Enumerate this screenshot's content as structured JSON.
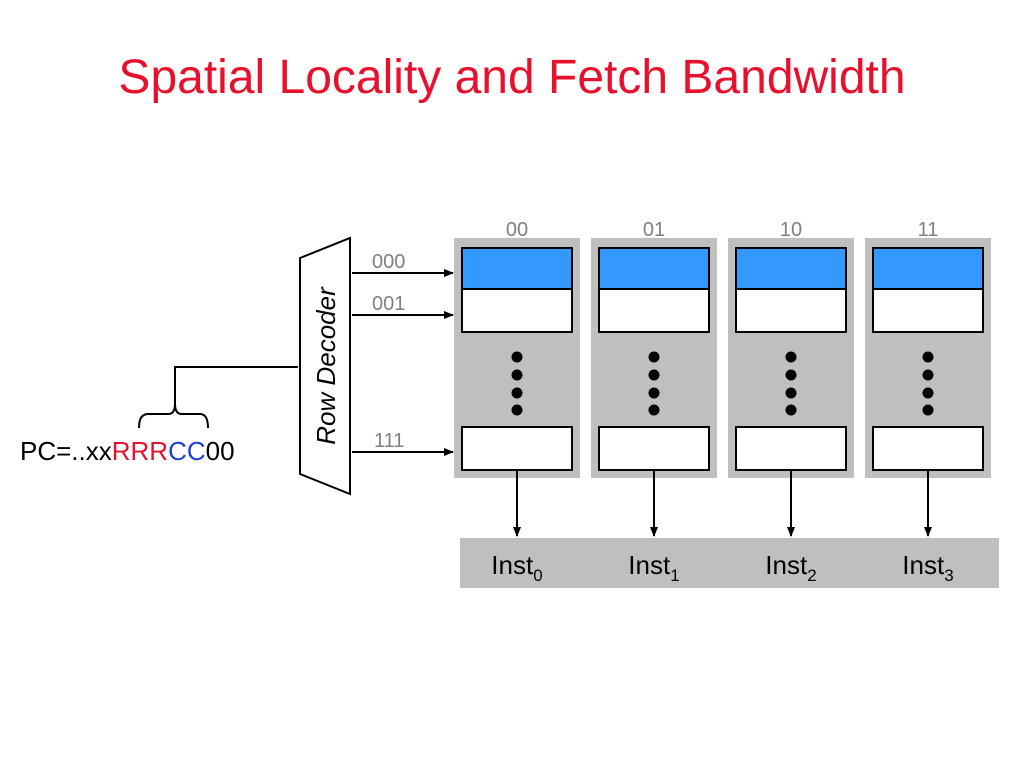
{
  "title": "Spatial Locality and Fetch Bandwidth",
  "pc": {
    "prefix": "PC=..xx",
    "row_bits": "RRR",
    "col_bits": "CC",
    "suffix": "00"
  },
  "decoder_label": "Row Decoder",
  "row_addresses": [
    "000",
    "001",
    "111"
  ],
  "columns": [
    {
      "address": "00",
      "output": "Inst",
      "subscript": "0"
    },
    {
      "address": "01",
      "output": "Inst",
      "subscript": "1"
    },
    {
      "address": "10",
      "output": "Inst",
      "subscript": "2"
    },
    {
      "address": "11",
      "output": "Inst",
      "subscript": "3"
    }
  ],
  "colors": {
    "title": "#e8112d",
    "row_bits": "#e8112d",
    "col_bits": "#1f3fd0",
    "selected_row": "#3399ff",
    "bank_fill": "#bfbfbf",
    "output_bar": "#bfbfbf",
    "address_text": "#808080"
  }
}
